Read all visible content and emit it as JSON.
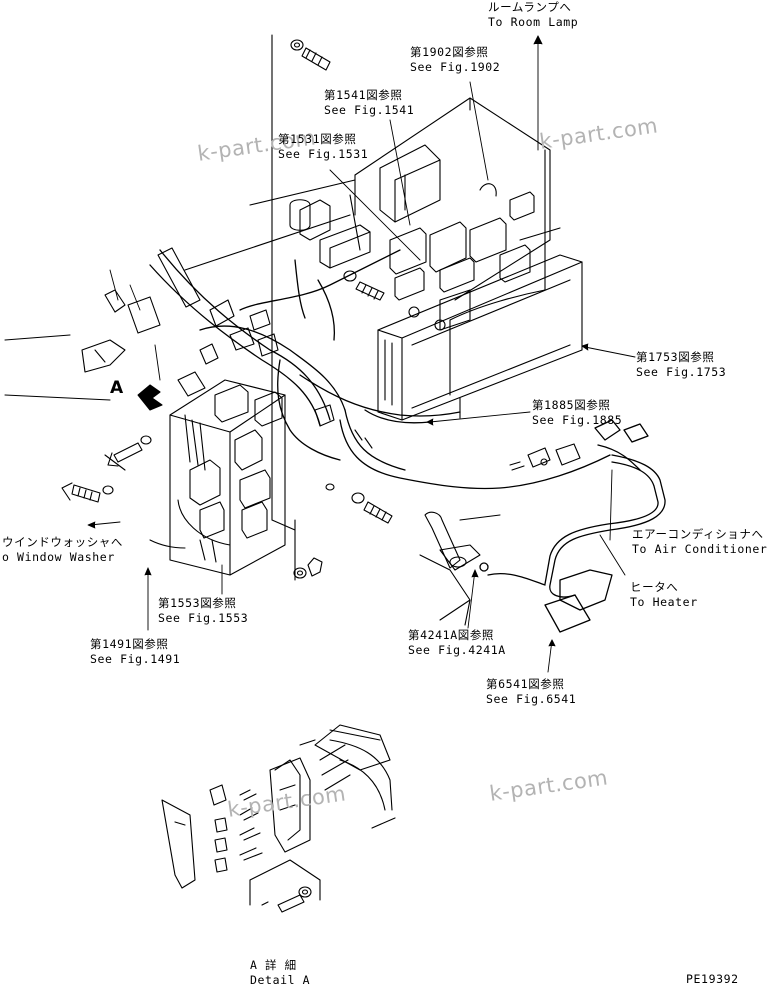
{
  "watermark": "k-part.com",
  "view_marker": "A",
  "drawing_code": "PE19392",
  "callouts": {
    "room_lamp": {
      "jp": "ルームランプへ",
      "en": "To Room Lamp"
    },
    "fig1902": {
      "jp": "第1902図参照",
      "en": "See Fig.1902"
    },
    "fig1541": {
      "jp": "第1541図参照",
      "en": "See Fig.1541"
    },
    "fig1531": {
      "jp": "第1531図参照",
      "en": "See Fig.1531"
    },
    "fig1753": {
      "jp": "第1753図参照",
      "en": "See Fig.1753"
    },
    "fig1885": {
      "jp": "第1885図参照",
      "en": "See Fig.1885"
    },
    "air_conditioner": {
      "jp": "エアーコンディショナへ",
      "en": "To Air Conditioner"
    },
    "heater": {
      "jp": "ヒータへ",
      "en": "To Heater"
    },
    "window_washer": {
      "jp": "ウインドウォッシャへ",
      "en": "o Window Washer"
    },
    "fig1553": {
      "jp": "第1553図参照",
      "en": "See Fig.1553"
    },
    "fig1491": {
      "jp": "第1491図参照",
      "en": "See Fig.1491"
    },
    "fig4241a": {
      "jp": "第4241A図参照",
      "en": "See Fig.4241A"
    },
    "fig6541": {
      "jp": "第6541図参照",
      "en": "See Fig.6541"
    },
    "detail_a": {
      "jp": "A 詳 細",
      "en": "Detail A"
    }
  }
}
